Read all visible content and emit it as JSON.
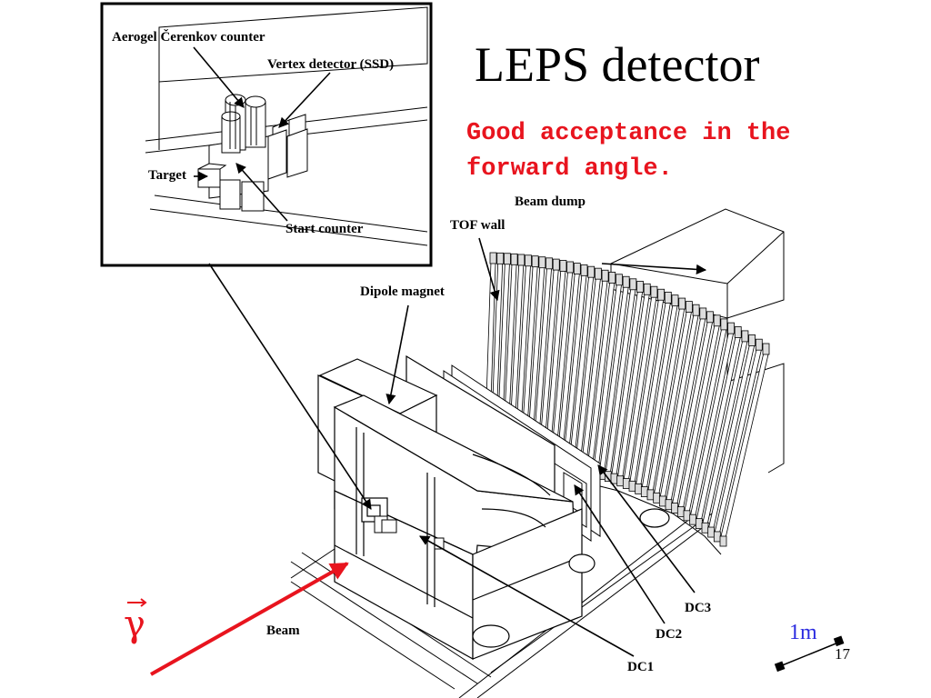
{
  "slide": {
    "title": "LEPS detector",
    "subtitle": "Good acceptance in the forward angle.",
    "page_number": "17"
  },
  "inset_labels": {
    "aerogel": "Aerogel Čerenkov counter",
    "vertex": "Vertex detector (SSD)",
    "target": "Target",
    "start_counter": "Start counter"
  },
  "detector_labels": {
    "beam_dump": "Beam dump",
    "tof_wall": "TOF wall",
    "dipole_magnet": "Dipole magnet",
    "dc1": "DC1",
    "dc2": "DC2",
    "dc3": "DC3",
    "beam": "Beam"
  },
  "photon_symbol": "γ",
  "scale_bar": {
    "label": "1m"
  },
  "colors": {
    "accent": "#e8141e",
    "scale": "#2a2ae0",
    "line": "#000000"
  }
}
